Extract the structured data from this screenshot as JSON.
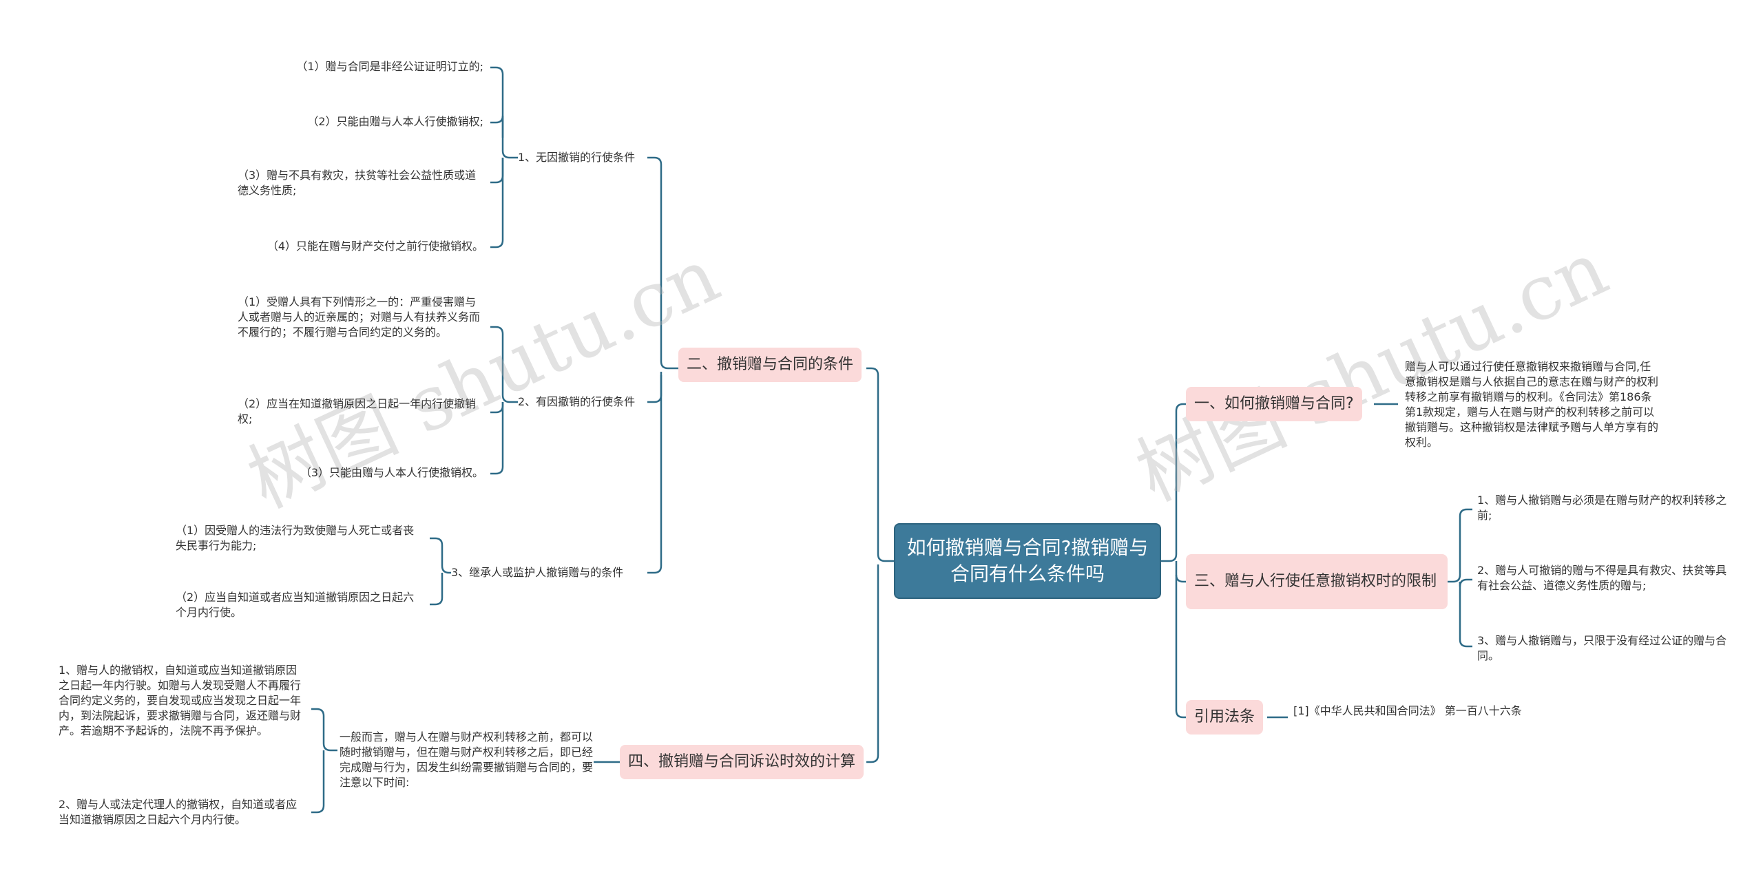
{
  "root": "如何撤销赠与合同?撤销赠与合同有什么条件吗",
  "branches": {
    "b2": {
      "label": "二、撤销赠与合同的条件",
      "subs": [
        {
          "label": "1、无因撤销的行使条件",
          "leaves": [
            "（1）赠与合同是非经公证证明订立的;",
            "（2）只能由赠与人本人行使撤销权;",
            "（3）赠与不具有救灾，扶贫等社会公益性质或道德义务性质;",
            "（4）只能在赠与财产交付之前行使撤销权。"
          ]
        },
        {
          "label": "2、有因撤销的行使条件",
          "leaves": [
            "（1）受赠人具有下列情形之一的：严重侵害赠与人或者赠与人的近亲属的；对赠与人有扶养义务而不履行的；不履行赠与合同约定的义务的。",
            "（2）应当在知道撤销原因之日起一年内行使撤销权;",
            "（3）只能由赠与人本人行使撤销权。"
          ]
        },
        {
          "label": "3、继承人或监护人撤销赠与的条件",
          "leaves": [
            "（1）因受赠人的违法行为致使赠与人死亡或者丧失民事行为能力;",
            "（2）应当自知道或者应当知道撤销原因之日起六个月内行使。"
          ]
        }
      ]
    },
    "b4": {
      "label": "四、撤销赠与合同诉讼时效的计算",
      "sub": "一般而言，赠与人在赠与财产权利转移之前，都可以随时撤销赠与，但在赠与财产权利转移之后，即已经完成赠与行为，因发生纠纷需要撤销赠与合同的，要注意以下时间:",
      "leaves": [
        "1、赠与人的撤销权，自知道或应当知道撤销原因之日起一年内行驶。如赠与人发现受赠人不再履行合同约定义务的，要自发现或应当发现之日起一年内，到法院起诉，要求撤销赠与合同，返还赠与财产。若逾期不予起诉的，法院不再予保护。",
        "2、赠与人或法定代理人的撤销权，自知道或者应当知道撤销原因之日起六个月内行使。"
      ]
    },
    "b1": {
      "label": "一、如何撤销赠与合同?",
      "leaf": "赠与人可以通过行使任意撤销权来撤销赠与合同,任意撤销权是赠与人依据自己的意志在赠与财产的权利转移之前享有撤销赠与的权利。《合同法》第186条第1款规定，赠与人在赠与财产的权利转移之前可以撤销赠与。这种撤销权是法律赋予赠与人单方享有的权利。"
    },
    "b3": {
      "label": "三、赠与人行使任意撤销权时的限制",
      "leaves": [
        "1、赠与人撤销赠与必须是在赠与财产的权利转移之前;",
        "2、赠与人可撤销的赠与不得是具有救灾、扶贫等具有社会公益、道德义务性质的赠与;",
        "3、赠与人撤销赠与，只限于没有经过公证的赠与合同。"
      ]
    },
    "ref": {
      "label": "引用法条",
      "leaf": "[1]《中华人民共和国合同法》 第一百八十六条"
    }
  },
  "watermark": "树图 shutu.cn",
  "colors": {
    "root_bg": "#3d7a9a",
    "branch_bg": "#fbdada",
    "line": "#2e6b87"
  }
}
